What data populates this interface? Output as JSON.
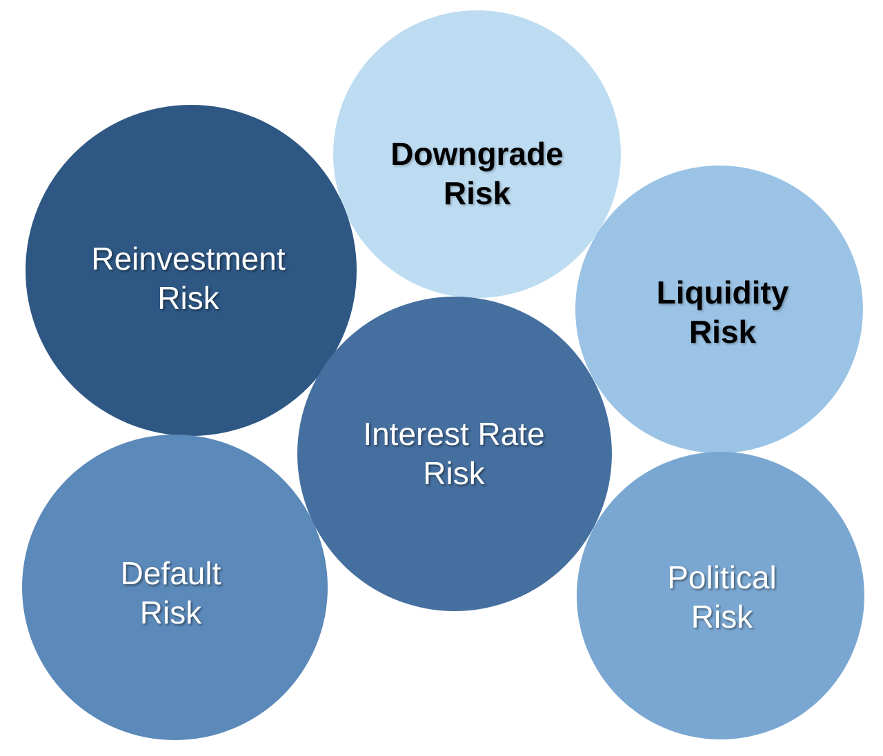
{
  "diagram": {
    "bubbles": [
      {
        "id": "downgrade",
        "line1": "Downgrade",
        "line2": "Risk",
        "color": "#bddcf2",
        "text_style": "dark"
      },
      {
        "id": "reinvestment",
        "line1": "Reinvestment",
        "line2": "Risk",
        "color": "#2e5783",
        "text_style": "light"
      },
      {
        "id": "liquidity",
        "line1": "Liquidity",
        "line2": "Risk",
        "color": "#9bc3e5",
        "text_style": "dark"
      },
      {
        "id": "interest-rate",
        "line1": "Interest Rate",
        "line2": "Risk",
        "color": "#456f9f",
        "text_style": "light"
      },
      {
        "id": "default",
        "line1": "Default",
        "line2": "Risk",
        "color": "#5b89b9",
        "text_style": "light"
      },
      {
        "id": "political",
        "line1": "Political",
        "line2": "Risk",
        "color": "#7aa7d1",
        "text_style": "light"
      }
    ]
  }
}
